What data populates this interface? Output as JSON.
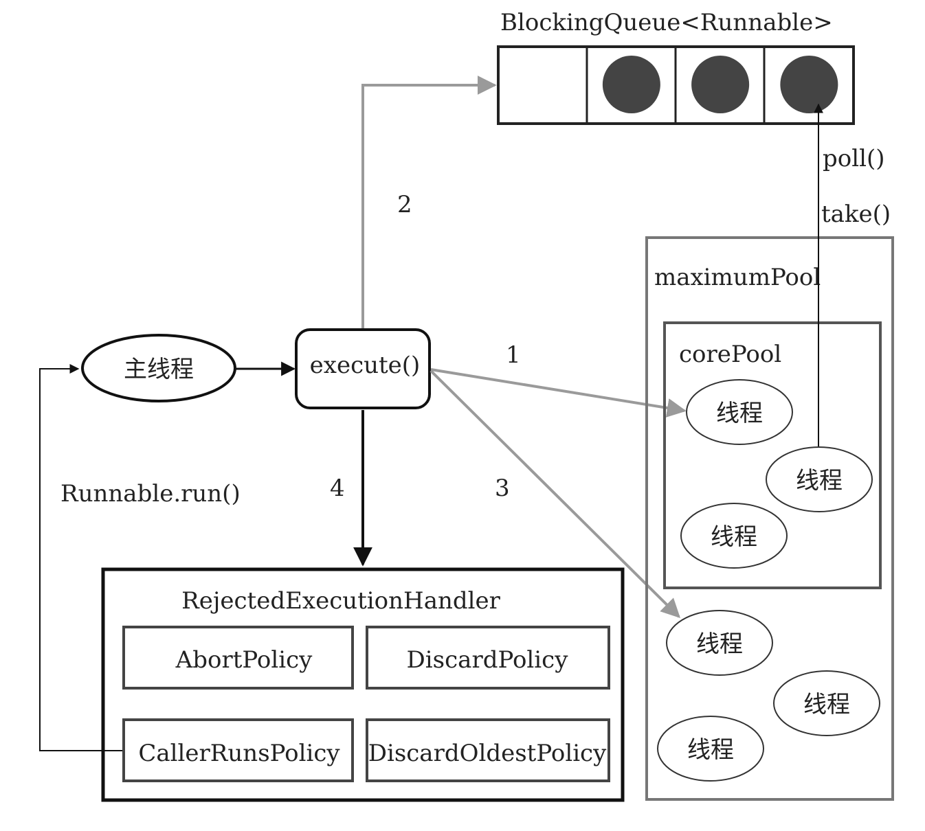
{
  "queue": {
    "title": "BlockingQueue<Runnable>",
    "slots": [
      false,
      true,
      true,
      true
    ]
  },
  "main_thread": {
    "label": "主线程"
  },
  "execute": {
    "label": "execute()"
  },
  "steps": {
    "one": "1",
    "two": "2",
    "three": "3",
    "four": "4"
  },
  "poll_label": "poll()",
  "take_label": "take()",
  "runnable_run": "Runnable.run()",
  "maximum_pool": {
    "title": "maximumPool",
    "threads": [
      "线程",
      "线程",
      "线程"
    ]
  },
  "core_pool": {
    "title": "corePool",
    "threads": [
      "线程",
      "线程",
      "线程"
    ]
  },
  "handler": {
    "title": "RejectedExecutionHandler",
    "policies": [
      "AbortPolicy",
      "DiscardPolicy",
      "CallerRunsPolicy",
      "DiscardOldestPolicy"
    ]
  },
  "colors": {
    "black": "#111111",
    "gray_arrow": "#9a9a9a",
    "pool_border": "#777777",
    "core_border": "#555555",
    "queue_dot": "#444444"
  }
}
